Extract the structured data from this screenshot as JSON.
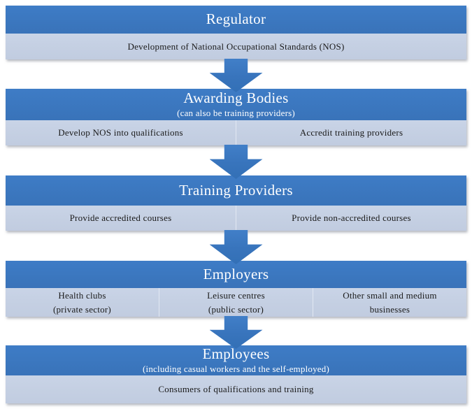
{
  "diagram": {
    "colors": {
      "header_blue_top": "#3e7cc6",
      "header_blue_bottom": "#3973b9",
      "band_blue": "#c5d0e3",
      "arrow_blue": "#3874bc",
      "header_text": "#ffffff",
      "body_text": "#1a1a1a"
    },
    "levels": [
      {
        "title": "Regulator",
        "cells": [
          {
            "lines": [
              "Development of National Occupational Standards (NOS)"
            ]
          }
        ]
      },
      {
        "title": "Awarding Bodies",
        "subtitle": "(can also be training providers)",
        "cells": [
          {
            "lines": [
              "Develop NOS into qualifications"
            ]
          },
          {
            "lines": [
              "Accredit training providers"
            ]
          }
        ]
      },
      {
        "title": "Training Providers",
        "cells": [
          {
            "lines": [
              "Provide accredited courses"
            ]
          },
          {
            "lines": [
              "Provide non-accredited courses"
            ]
          }
        ]
      },
      {
        "title": "Employers",
        "cells": [
          {
            "lines": [
              "Health clubs",
              "(private sector)"
            ]
          },
          {
            "lines": [
              "Leisure centres",
              "(public sector)"
            ]
          },
          {
            "lines": [
              "Other small and medium",
              "businesses"
            ]
          }
        ]
      },
      {
        "title": "Employees",
        "subtitle": "(including casual workers and the self-employed)",
        "cells": [
          {
            "lines": [
              "Consumers of qualifications and training"
            ]
          }
        ]
      }
    ]
  }
}
